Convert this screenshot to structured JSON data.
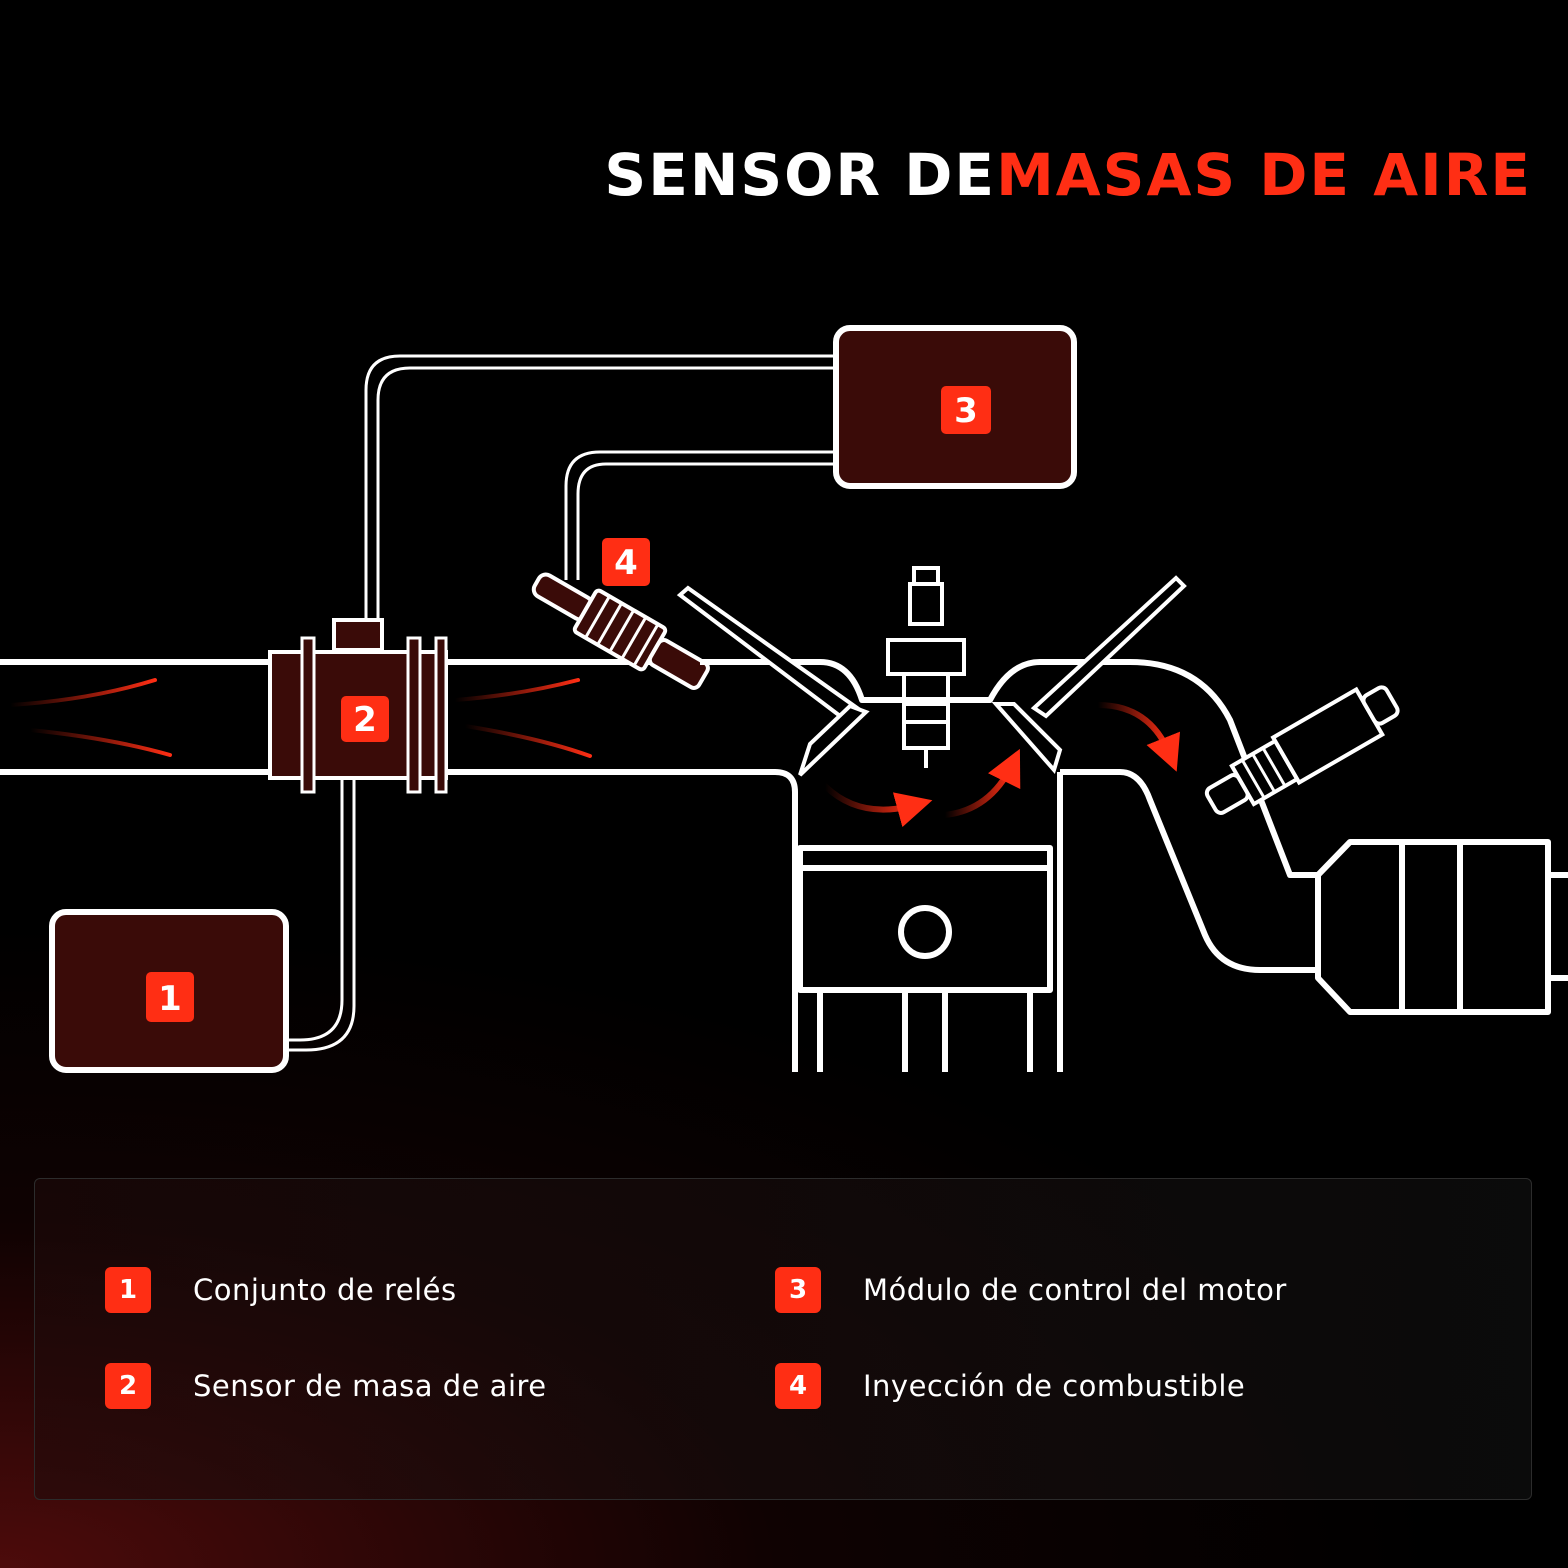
{
  "title": {
    "prefix": "SENSOR DE",
    "highlight": "MASAS DE AIRE"
  },
  "colors": {
    "accent": "#ff2e14",
    "box_fill": "#3a0b08",
    "line": "#ffffff",
    "background": "#000000"
  },
  "diagram": {
    "markers": {
      "m1": "1",
      "m2": "2",
      "m3": "3",
      "m4": "4"
    }
  },
  "legend": {
    "items": [
      {
        "number": "1",
        "label": "Conjunto de relés"
      },
      {
        "number": "2",
        "label": "Sensor de masa de aire"
      },
      {
        "number": "3",
        "label": "Módulo de control del motor"
      },
      {
        "number": "4",
        "label": "Inyección de combustible"
      }
    ]
  }
}
